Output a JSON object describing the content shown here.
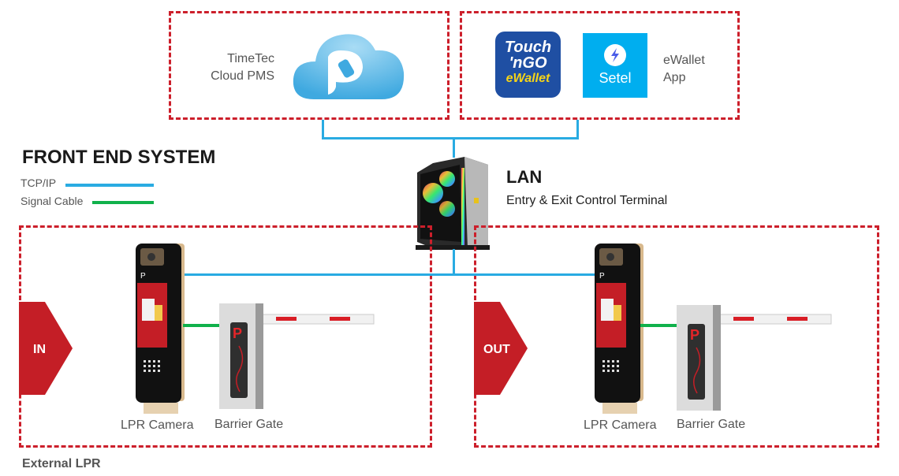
{
  "cloud_box": {
    "line1": "TimeTec",
    "line2": "Cloud PMS",
    "icon": "cloud-parking-icon"
  },
  "ewallet_box": {
    "tng": {
      "line1": "Touch",
      "line2": "'nGO",
      "line3": "eWallet"
    },
    "setel": {
      "label": "Setel"
    },
    "line1": "eWallet",
    "line2": "App"
  },
  "legend": {
    "title": "FRONT END SYSTEM",
    "items": [
      {
        "label": "TCP/IP",
        "color": "#29abe2"
      },
      {
        "label": "Signal Cable",
        "color": "#10b14b"
      }
    ]
  },
  "terminal": {
    "title": "LAN",
    "subtitle": "Entry & Exit Control Terminal"
  },
  "entry_zone": {
    "arrow": "IN",
    "camera": "LPR Camera",
    "gate": "Barrier Gate"
  },
  "exit_zone": {
    "arrow": "OUT",
    "camera": "LPR Camera",
    "gate": "Barrier Gate"
  },
  "footer": {
    "label": "External LPR"
  },
  "colors": {
    "accent_red": "#cc1f2b",
    "tcp_blue": "#29abe2",
    "signal_green": "#10b14b",
    "setel_blue": "#00aeef",
    "tng_blue": "#1f4fa3",
    "tng_yellow": "#f7d417"
  }
}
